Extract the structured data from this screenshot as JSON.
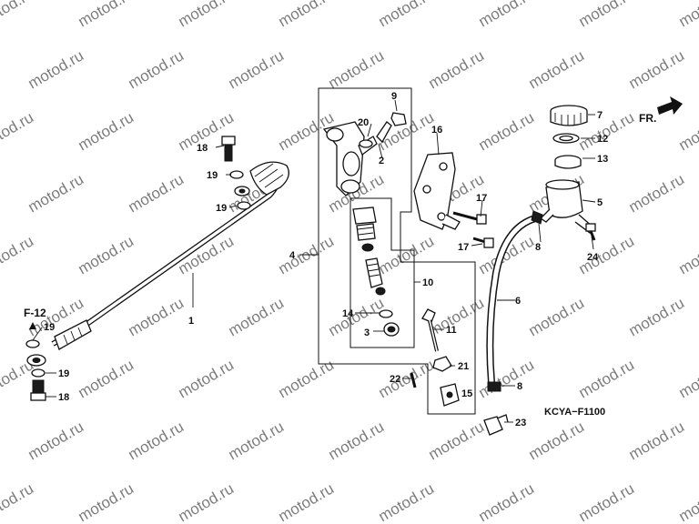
{
  "watermark": "motod.ru",
  "reference": {
    "label": "F-12"
  },
  "direction": {
    "label": "FR."
  },
  "diagram_code": "KCYA−F1100",
  "callouts": {
    "c1": "1",
    "c2": "2",
    "c3": "3",
    "c4": "4",
    "c5": "5",
    "c6": "6",
    "c7": "7",
    "c8a": "8",
    "c8b": "8",
    "c9": "9",
    "c10": "10",
    "c11": "11",
    "c12": "12",
    "c13": "13",
    "c14": "14",
    "c15": "15",
    "c16": "16",
    "c17a": "17",
    "c17b": "17",
    "c18a": "18",
    "c18b": "18",
    "c19a": "19",
    "c19b": "19",
    "c19c": "19",
    "c19d": "19",
    "c20": "20",
    "c21": "21",
    "c22": "22",
    "c23": "23",
    "c24": "24"
  }
}
